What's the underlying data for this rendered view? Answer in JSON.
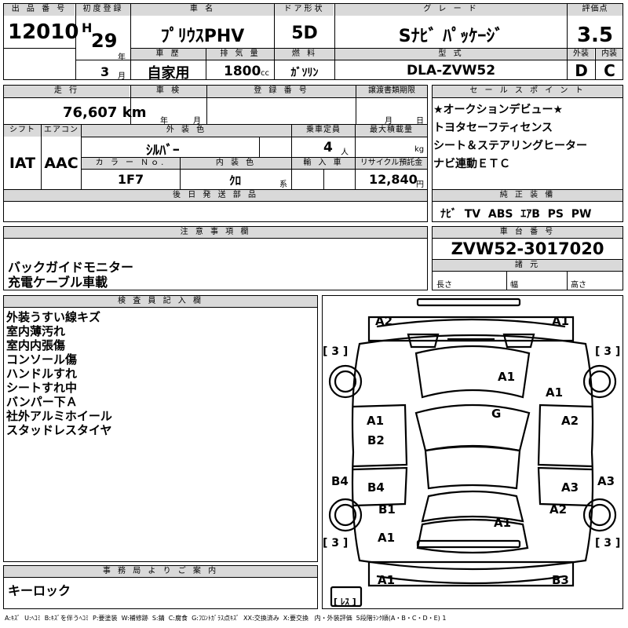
{
  "top": {
    "lot_label": "出 品 番 号",
    "lot_number": "12010",
    "reg_label": "初度登録",
    "era": "H",
    "year": "29",
    "year_unit": "年",
    "month": "3",
    "month_unit": "月",
    "car_name_label": "車 名",
    "car_name": "ﾌﾟﾘｳｽPHV",
    "door_label": "ドア形状",
    "door": "5D",
    "grade_label": "グ レ ー ド",
    "grade": "Sﾅﾋﾞ ﾊﾟｯｹｰｼﾞ",
    "score_label": "評価点",
    "score": "3.5",
    "history_label": "車 歴",
    "history": "自家用",
    "displacement_label": "排 気 量",
    "displacement": "1800",
    "displacement_unit": "cc",
    "fuel_label": "燃 料",
    "fuel": "ｶﾞｿﾘﾝ",
    "model_label": "型 式",
    "model": "DLA-ZVW52",
    "exterior_label": "外装",
    "exterior": "D",
    "interior_label": "内装",
    "interior": "C"
  },
  "middle": {
    "mileage_label": "走 行",
    "mileage": "76,607 km",
    "inspection_label": "車 検",
    "inspection_year": "年",
    "inspection_month": "月",
    "registration_label": "登 録 番 号",
    "transfer_label": "譲渡書類期限",
    "transfer_month": "月",
    "transfer_day": "日",
    "shift_label": "シフト",
    "shift": "IAT",
    "ac_label": "エアコン",
    "ac": "AAC",
    "color_label": "外 装 色",
    "color": "ｼﾙﾊﾞｰ",
    "capacity_label": "乗車定員",
    "capacity": "4",
    "capacity_unit": "人",
    "load_label": "最大積載量",
    "load_unit": "kg",
    "color_no_label": "カ ラ ー Ｎｏ.",
    "color_no": "1F7",
    "int_color_label": "内 装 色",
    "int_color": "ｸﾛ",
    "int_color_unit": "系",
    "import_label": "輸 入 車",
    "recycle_label": "リサイクル預託金",
    "recycle": "12,840",
    "recycle_unit": "円",
    "later_label": "後 日 発 送 部 品"
  },
  "sales": {
    "label": "セ ー ル ス ポ イ ン ト",
    "lines": [
      "★オークションデビュー★",
      "トヨタセーフティセンス",
      "シート＆ステアリングヒーター",
      "ナビ連動ＥＴＣ"
    ]
  },
  "equipment": {
    "label": "純 正 装 備",
    "value": "ﾅﾋﾞ  TV  ABS  ｴｱB  PS  PW"
  },
  "notes": {
    "label": "注 意 事 項 欄",
    "lines": [
      "バックガイドモニター",
      "充電ケーブル車載"
    ]
  },
  "chassis": {
    "label": "車 台 番 号",
    "value": "ZVW52-3017020",
    "spec_label": "諸 元",
    "length": "長さ",
    "width": "幅",
    "height": "高さ"
  },
  "inspector": {
    "label": "検 査 員 記 入 欄",
    "lines": [
      "外装うすい線キズ",
      "室内薄汚れ",
      "室内内張傷",
      "コンソール傷",
      "ハンドルすれ",
      "シートすれ中",
      "バンパー下Ａ",
      "社外アルミホイール",
      "スタッドレスタイヤ"
    ]
  },
  "office": {
    "label": "事 務 局 よ り ご 案 内",
    "value": "キーロック"
  },
  "diagram": {
    "marks": {
      "a2_tl": "A2",
      "a1_tr": "A1",
      "tire_fl": "[ 3 ]",
      "tire_fr": "[ 3 ]",
      "tire_rl": "[ 3 ]",
      "tire_rr": "[ 3 ]",
      "a1_hood": "A1",
      "a1_fender": "A1",
      "g_glass": "G",
      "a1_ldoor": "A1",
      "b2_ldoor": "B2",
      "a2_rdoor": "A2",
      "b4_lside": "B4",
      "b4_ldoor": "B4",
      "a3_rdoor": "A3",
      "a3_rside": "A3",
      "b1_lrear": "B1",
      "a2_rrear": "A2",
      "a1_trunk": "A1",
      "a1_lrear": "A1",
      "a1_bl": "A1",
      "b3_br": "B3",
      "spare": "[ ﾚｽ ]"
    }
  },
  "legend": "A:ｷｽﾞ  U:ﾍｺﾐ  B:ｷｽﾞを伴うﾍｺﾐ  P:要塗装  W:補修跡  S:錆  C:腐食  G:ﾌﾛﾝﾄｶﾞﾗｽ点ｷｽﾞ  XX:交換済み  X:要交換   内・外装評価  5段階ﾗﾝｸ順(A・B・C・D・E) 1"
}
